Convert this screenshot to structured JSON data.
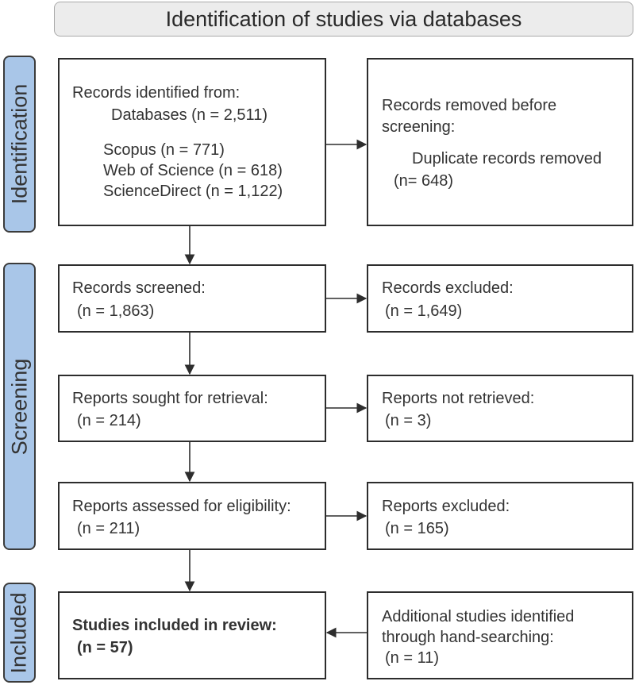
{
  "header": {
    "title": "Identification of studies via databases"
  },
  "phases": {
    "identification": "Identification",
    "screening": "Screening",
    "included": "Included"
  },
  "boxes": {
    "identified": {
      "heading": "Records identified from:",
      "databases": "Databases (n = 2,511)",
      "scopus": "Scopus (n = 771)",
      "wos": "Web of Science (n = 618)",
      "sciencedirect": "ScienceDirect (n = 1,122)"
    },
    "removed": {
      "heading_line1": "Records removed before",
      "heading_line2": "screening:",
      "duplicates": "Duplicate records removed",
      "count": "(n= 648)"
    },
    "screened": {
      "heading": "Records screened:",
      "count": "(n = 1,863)"
    },
    "excluded": {
      "heading": "Records excluded:",
      "count": "(n = 1,649)"
    },
    "sought": {
      "heading": "Reports sought for retrieval:",
      "count": "(n = 214)"
    },
    "not_retrieved": {
      "heading": "Reports not retrieved:",
      "count": "(n = 3)"
    },
    "assessed": {
      "heading": "Reports assessed for eligibility:",
      "count": "(n = 211)"
    },
    "reports_excluded": {
      "heading": "Reports excluded:",
      "count": "(n = 165)"
    },
    "included": {
      "heading": "Studies included in review:",
      "count": "(n = 57)"
    },
    "additional": {
      "line1": "Additional studies identified",
      "line2": "through hand-searching:",
      "count": "(n = 11)"
    }
  },
  "colors": {
    "phase_fill": "#a9c6e8",
    "header_fill": "#ececec",
    "border": "#2d2d2d",
    "text": "#333333"
  }
}
